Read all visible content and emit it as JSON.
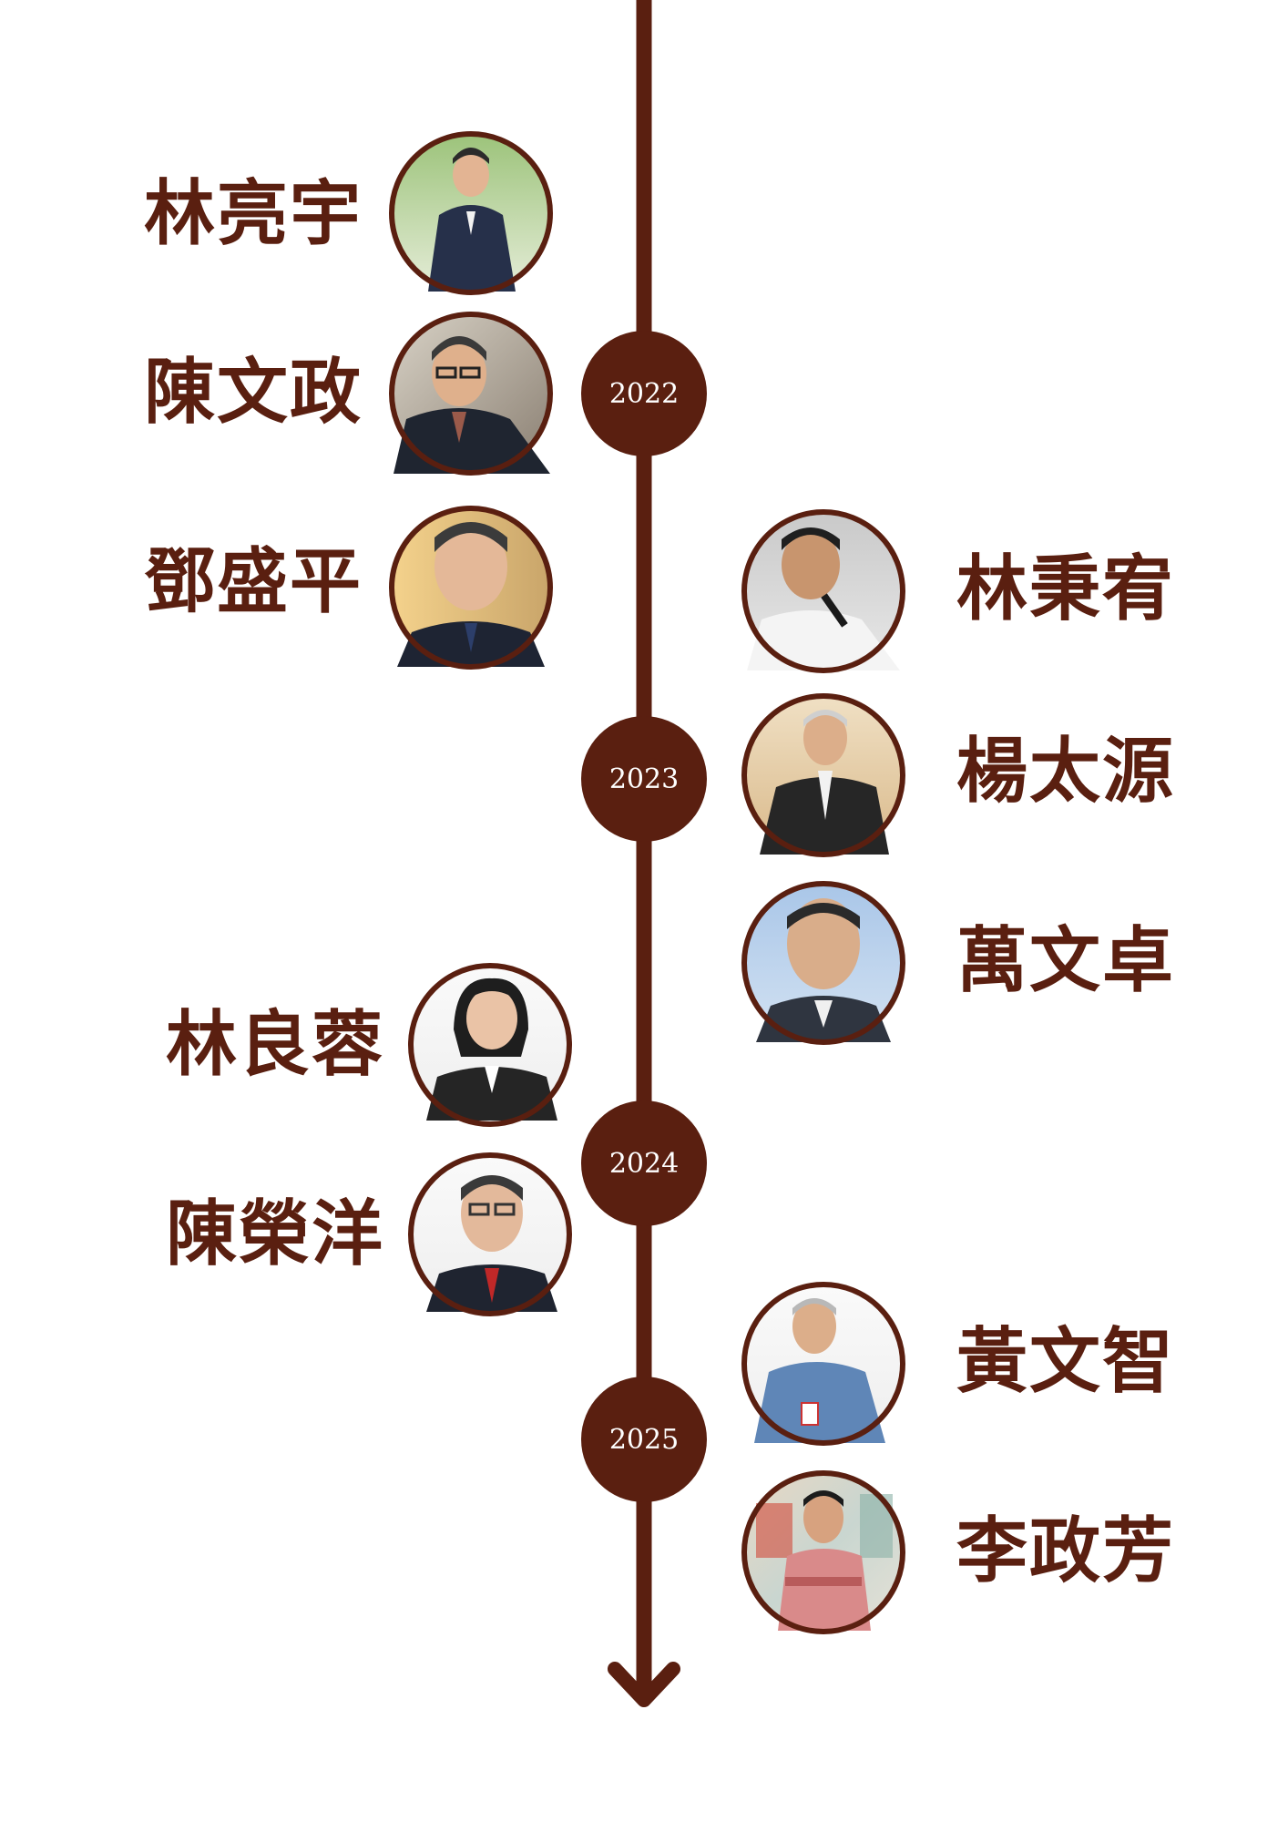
{
  "colors": {
    "line": "#5a1f10",
    "text": "#5a1f10",
    "node_text": "#ffffff",
    "background": "#ffffff"
  },
  "years": [
    "2022",
    "2023",
    "2024",
    "2025"
  ],
  "people": [
    {
      "name": "林亮宇",
      "side": "left",
      "photo_icon": "man-in-suit-outdoors-photo"
    },
    {
      "name": "陳文政",
      "side": "left",
      "photo_icon": "man-with-glasses-photo"
    },
    {
      "name": "鄧盛平",
      "side": "left",
      "photo_icon": "man-in-suit-photo"
    },
    {
      "name": "林秉宥",
      "side": "right",
      "photo_icon": "man-with-microphone-photo"
    },
    {
      "name": "楊太源",
      "side": "right",
      "photo_icon": "man-speaking-photo"
    },
    {
      "name": "萬文卓",
      "side": "right",
      "photo_icon": "man-portrait-photo"
    },
    {
      "name": "林良蓉",
      "side": "left",
      "photo_icon": "woman-portrait-photo"
    },
    {
      "name": "陳榮洋",
      "side": "left",
      "photo_icon": "man-with-red-tie-photo"
    },
    {
      "name": "黃文智",
      "side": "right",
      "photo_icon": "man-in-blue-jacket-photo"
    },
    {
      "name": "李政芳",
      "side": "right",
      "photo_icon": "man-in-plaid-shirt-photo"
    }
  ]
}
